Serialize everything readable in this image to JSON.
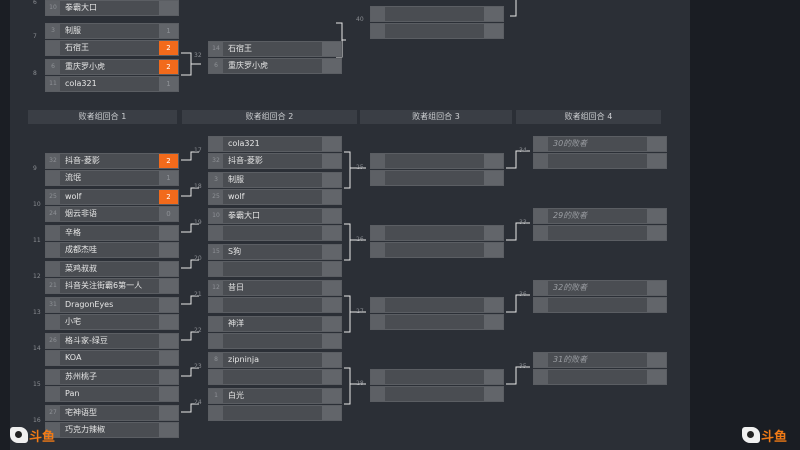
{
  "headers": [
    "败者组回合 1",
    "败者组回合 2",
    "败者组回合 3",
    "败者组回合 4"
  ],
  "top_section": {
    "matches": [
      {
        "num": "6",
        "rows": [
          {
            "seed": "",
            "name": "",
            "score": ""
          },
          {
            "seed": "10",
            "name": "拳霸大口",
            "score": "",
            "win": false
          }
        ]
      },
      {
        "num": "7",
        "rows": [
          {
            "seed": "3",
            "name": "制服",
            "score": "1",
            "win": false
          },
          {
            "seed": "",
            "name": "石宿王",
            "score": "2",
            "win": true
          }
        ]
      },
      {
        "num": "8",
        "rows": [
          {
            "seed": "6",
            "name": "重庆罗小虎",
            "score": "2",
            "win": true
          },
          {
            "seed": "11",
            "name": "cola321",
            "score": "1",
            "win": false
          }
        ]
      },
      {
        "num": "32",
        "rows": [
          {
            "seed": "14",
            "name": "石宿王",
            "score": ""
          },
          {
            "seed": "6",
            "name": "重庆罗小虎",
            "score": ""
          }
        ]
      },
      {
        "num": "40",
        "rows": [
          {
            "seed": "",
            "name": "",
            "score": ""
          },
          {
            "seed": "",
            "name": "",
            "score": ""
          }
        ]
      }
    ]
  },
  "round1": [
    {
      "num": "9",
      "rows": [
        {
          "seed": "32",
          "name": "抖音-菱影",
          "score": "2",
          "win": true
        },
        {
          "seed": "",
          "name": "流氓",
          "score": "1",
          "win": false
        }
      ]
    },
    {
      "num": "10",
      "rows": [
        {
          "seed": "25",
          "name": "wolf",
          "score": "2",
          "win": true
        },
        {
          "seed": "24",
          "name": "烟云非语",
          "score": "0",
          "win": false
        }
      ]
    },
    {
      "num": "11",
      "rows": [
        {
          "seed": "",
          "name": "辛格",
          "score": ""
        },
        {
          "seed": "",
          "name": "成都杰哇",
          "score": ""
        }
      ]
    },
    {
      "num": "12",
      "rows": [
        {
          "seed": "",
          "name": "菜鸡叔叔",
          "score": ""
        },
        {
          "seed": "21",
          "name": "抖音关注街霸6第一人",
          "score": ""
        }
      ]
    },
    {
      "num": "13",
      "rows": [
        {
          "seed": "31",
          "name": "DragonEyes",
          "score": ""
        },
        {
          "seed": "",
          "name": "小宅",
          "score": ""
        }
      ]
    },
    {
      "num": "14",
      "rows": [
        {
          "seed": "26",
          "name": "格斗家-绿豆",
          "score": ""
        },
        {
          "seed": "",
          "name": "KOA",
          "score": ""
        }
      ]
    },
    {
      "num": "15",
      "rows": [
        {
          "seed": "",
          "name": "苏州桃子",
          "score": ""
        },
        {
          "seed": "",
          "name": "Pan",
          "score": ""
        }
      ]
    },
    {
      "num": "16",
      "rows": [
        {
          "seed": "27",
          "name": "宅神语型",
          "score": ""
        },
        {
          "seed": "",
          "name": "巧克力辣椒",
          "score": ""
        }
      ]
    }
  ],
  "round2": [
    {
      "num": "17",
      "rows": [
        {
          "seed": "",
          "name": "cola321",
          "score": ""
        },
        {
          "seed": "32",
          "name": "抖音-菱影",
          "score": ""
        }
      ]
    },
    {
      "num": "18",
      "rows": [
        {
          "seed": "3",
          "name": "制服",
          "score": ""
        },
        {
          "seed": "25",
          "name": "wolf",
          "score": ""
        }
      ]
    },
    {
      "num": "19",
      "rows": [
        {
          "seed": "10",
          "name": "拳霸大口",
          "score": ""
        },
        {
          "seed": "",
          "name": "",
          "score": ""
        }
      ]
    },
    {
      "num": "20",
      "rows": [
        {
          "seed": "15",
          "name": "S狗",
          "score": ""
        },
        {
          "seed": "",
          "name": "",
          "score": ""
        }
      ]
    },
    {
      "num": "21",
      "rows": [
        {
          "seed": "12",
          "name": "昔日",
          "score": ""
        },
        {
          "seed": "",
          "name": "",
          "score": ""
        }
      ]
    },
    {
      "num": "22",
      "rows": [
        {
          "seed": "",
          "name": "神洋",
          "score": ""
        },
        {
          "seed": "",
          "name": "",
          "score": ""
        }
      ]
    },
    {
      "num": "23",
      "rows": [
        {
          "seed": "8",
          "name": "zipninja",
          "score": ""
        },
        {
          "seed": "",
          "name": "",
          "score": ""
        }
      ]
    },
    {
      "num": "24",
      "rows": [
        {
          "seed": "1",
          "name": "白光",
          "score": ""
        },
        {
          "seed": "",
          "name": "",
          "score": ""
        }
      ]
    }
  ],
  "round3": [
    {
      "num": "25",
      "rows": [
        {
          "seed": "",
          "name": "",
          "score": ""
        },
        {
          "seed": "",
          "name": "",
          "score": ""
        }
      ]
    },
    {
      "num": "26",
      "rows": [
        {
          "seed": "",
          "name": "",
          "score": ""
        },
        {
          "seed": "",
          "name": "",
          "score": ""
        }
      ]
    },
    {
      "num": "27",
      "rows": [
        {
          "seed": "",
          "name": "",
          "score": ""
        },
        {
          "seed": "",
          "name": "",
          "score": ""
        }
      ]
    },
    {
      "num": "28",
      "rows": [
        {
          "seed": "",
          "name": "",
          "score": ""
        },
        {
          "seed": "",
          "name": "",
          "score": ""
        }
      ]
    }
  ],
  "round4": [
    {
      "num": "34",
      "rows": [
        {
          "seed": "",
          "name": "30的败者",
          "score": "",
          "ph": true
        },
        {
          "seed": "",
          "name": "",
          "score": ""
        }
      ]
    },
    {
      "num": "33",
      "rows": [
        {
          "seed": "",
          "name": "29的败者",
          "score": "",
          "ph": true
        },
        {
          "seed": "",
          "name": "",
          "score": ""
        }
      ]
    },
    {
      "num": "36",
      "rows": [
        {
          "seed": "",
          "name": "32的败者",
          "score": "",
          "ph": true
        },
        {
          "seed": "",
          "name": "",
          "score": ""
        }
      ]
    },
    {
      "num": "35",
      "rows": [
        {
          "seed": "",
          "name": "31的败者",
          "score": "",
          "ph": true
        },
        {
          "seed": "",
          "name": "",
          "score": ""
        }
      ]
    }
  ],
  "watermark": {
    "logo_text": "斗鱼"
  },
  "colors": {
    "accent": "#f26a1b",
    "background": "#2b2f36"
  }
}
